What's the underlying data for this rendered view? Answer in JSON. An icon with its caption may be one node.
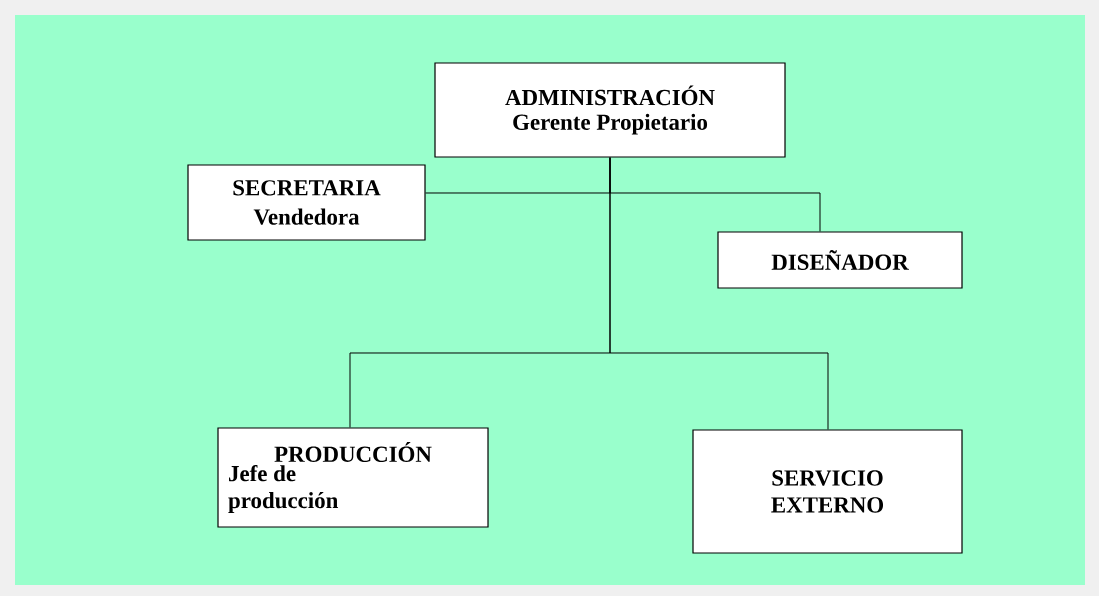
{
  "diagram": {
    "nodes": [
      {
        "text": [
          "ADMINISTRACIÓN",
          "Gerente Propietario"
        ]
      },
      {
        "text": [
          "SECRETARIA",
          "Vendedora"
        ]
      },
      {
        "text": [
          "DISEÑADOR"
        ]
      },
      {
        "text": [
          "PRODUCCIÓN",
          "Jefe de producción"
        ]
      },
      {
        "text": [
          "SERVICIO EXTERNO"
        ]
      }
    ],
    "edges": [
      {
        "from": 0,
        "to": 1,
        "arrow": "none"
      },
      {
        "from": 0,
        "to": 2,
        "arrow": "none"
      },
      {
        "from": 0,
        "to": 3,
        "arrow": "none"
      },
      {
        "from": 0,
        "to": 4,
        "arrow": "none"
      }
    ]
  }
}
